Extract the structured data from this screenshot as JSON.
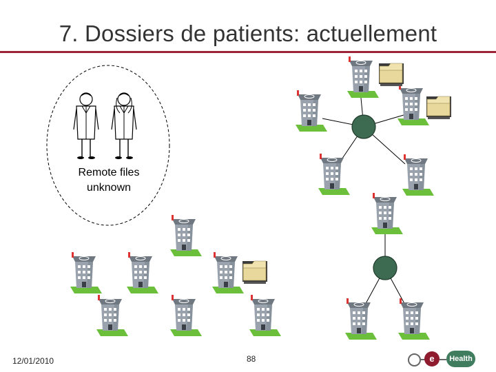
{
  "slide": {
    "title": "7. Dossiers de patients: actuellement",
    "oval_label_line1": "Remote files",
    "oval_label_line2": "unknown",
    "footer_date": "12/01/2010",
    "page_number": "88"
  },
  "logo": {
    "letter": "e",
    "word": "Health",
    "colors": {
      "e": "#8e1b2e",
      "health": "#3f7d5e"
    }
  },
  "colors": {
    "accent": "#9b2335",
    "hub": "#3d6b52",
    "building_grass": "#6bbf3a",
    "folder": "#e8d89c"
  }
}
